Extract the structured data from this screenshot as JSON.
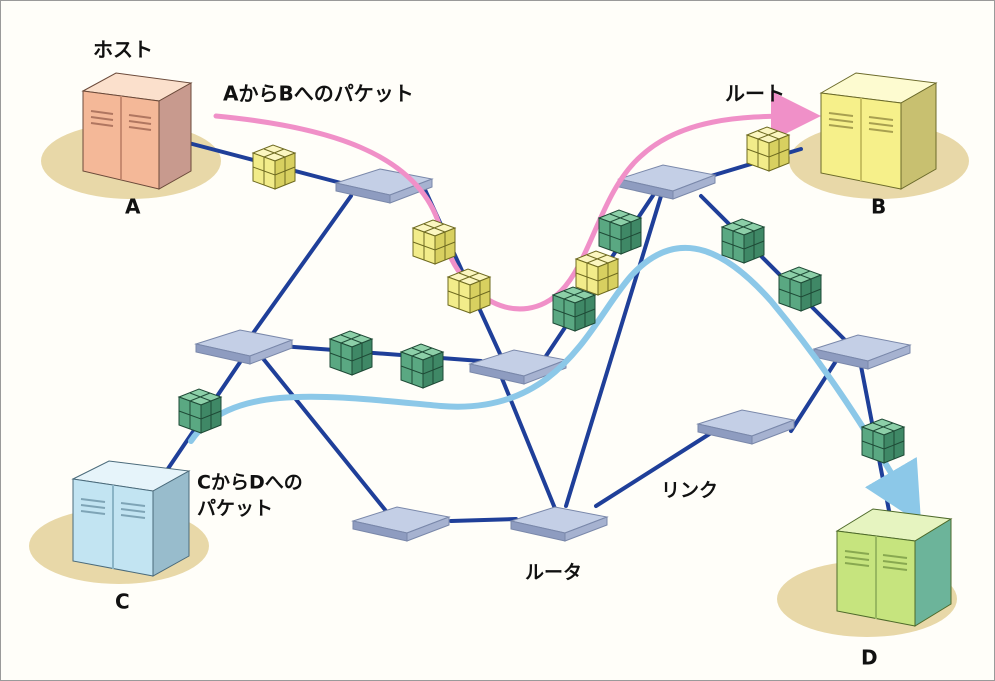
{
  "diagram": {
    "labels": {
      "host": "ホスト",
      "packet_ab": "AからBへのパケット",
      "route": "ルート",
      "packet_cd_line1": "CからDへの",
      "packet_cd_line2": "パケット",
      "link": "リンク",
      "router": "ルータ"
    },
    "hosts": [
      {
        "id": "A",
        "label": "A",
        "color": "#f4b898"
      },
      {
        "id": "B",
        "label": "B",
        "color": "#f6f08a"
      },
      {
        "id": "C",
        "label": "C",
        "color": "#c2e4f2"
      },
      {
        "id": "D",
        "label": "D",
        "color": "#c6e47e"
      }
    ],
    "colors": {
      "link": "#1f3f99",
      "route_ab": "#f090c8",
      "route_cd": "#8cc8e8",
      "router_top": "#c4cfe6",
      "packet_yellow": "#f2ec8a",
      "packet_green": "#5aa882",
      "ground": "#e8d8a8"
    }
  }
}
